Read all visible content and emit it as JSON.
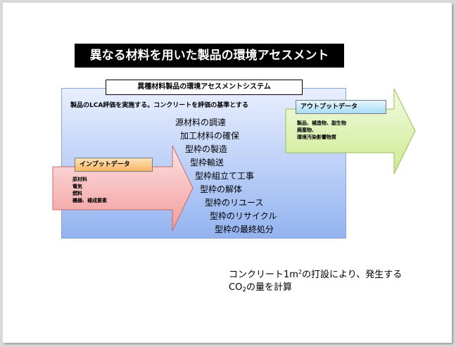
{
  "title": "異なる材料を用いた製品の環境アセスメント",
  "system_label": "異種材料製品の環境アセスメントシステム",
  "description": "製品のLCA評価を実施する。コンクリートを評価の基準とする",
  "steps": [
    "源材料の調達",
    "加工材料の確保",
    "型枠の製造",
    "型枠輸送",
    "型枠組立て工事",
    "型枠の解体",
    "型枠のリユース",
    "型枠のリサイクル",
    "型枠の最終処分"
  ],
  "input": {
    "label": "インプットデータ",
    "items": [
      "原材料",
      "電気",
      "燃料",
      "機器、補成要素"
    ]
  },
  "output": {
    "label": "アウトプットデータ",
    "items": [
      "製品、補造物、副生物",
      "廃棄物、",
      "環境汚染影響物質"
    ]
  },
  "note": {
    "line1_a": "コンクリート1m",
    "line1_sup": "2",
    "line1_b": "の打設により、発生する",
    "line2_a": "CO",
    "line2_sub": "2",
    "line2_b": "の量を計算"
  },
  "colors": {
    "input_arrow": "#f7a0a0",
    "output_arrow": "#d7f0a0",
    "panel": "#a6c0f2"
  }
}
